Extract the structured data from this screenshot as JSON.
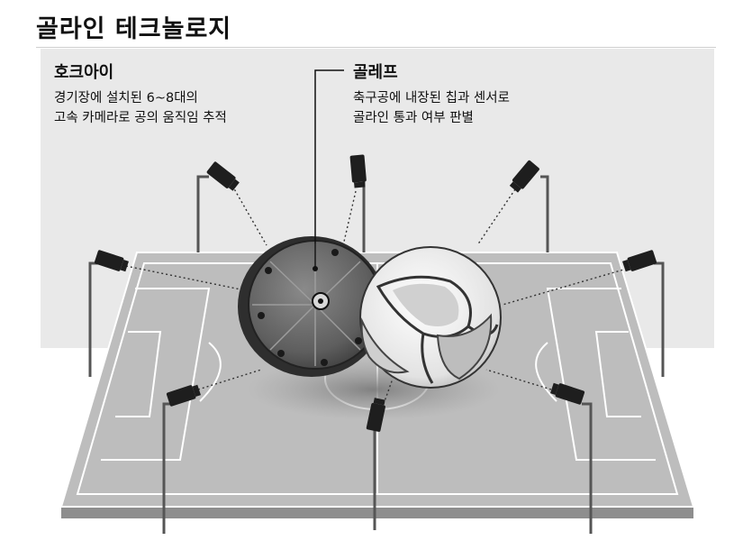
{
  "title": "골라인 테크놀로지",
  "callouts": {
    "hawkeye": {
      "heading": "호크아이",
      "lines": [
        "경기장에 설치된 6~8대의",
        "고속 카메라로 공의 움직임 추적"
      ]
    },
    "goalref": {
      "heading": "골레프",
      "lines": [
        "축구공에 내장된 칩과 센서로",
        "골라인 통과 여부 판별"
      ]
    }
  },
  "cameras": [
    {
      "name": "camera-left-back-tall"
    },
    {
      "name": "camera-center-back"
    },
    {
      "name": "camera-right-back-tall"
    },
    {
      "name": "camera-left-side"
    },
    {
      "name": "camera-right-side"
    },
    {
      "name": "camera-left-front"
    },
    {
      "name": "camera-center-front"
    },
    {
      "name": "camera-right-front"
    }
  ],
  "colors": {
    "field": "#bdbdbd",
    "field_front": "#9a9a9a",
    "lines": "#ffffff",
    "backdrop": "#e9e9e9",
    "camera": "#1e1e1e",
    "ball_half": "#6b6b6b"
  }
}
